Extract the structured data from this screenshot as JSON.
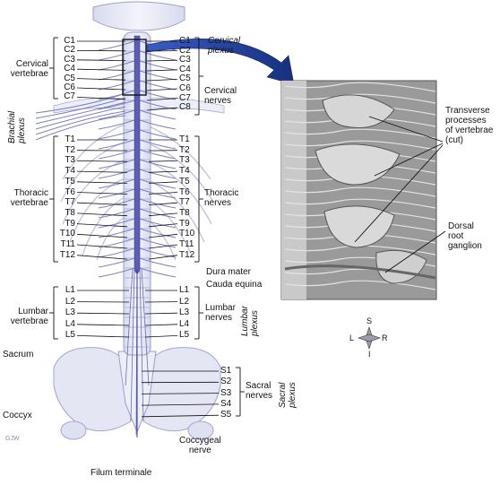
{
  "left_vertebrae": {
    "cervical": [
      "C1",
      "C2",
      "C3",
      "C4",
      "C5",
      "C6",
      "C7"
    ],
    "thoracic": [
      "T1",
      "T2",
      "T3",
      "T4",
      "T5",
      "T6",
      "T7",
      "T8",
      "T9",
      "T10",
      "T11",
      "T12"
    ],
    "lumbar": [
      "L1",
      "L2",
      "L3",
      "L4",
      "L5"
    ]
  },
  "right_nerves": {
    "cervical": [
      "C1",
      "C2",
      "C3",
      "C4",
      "C5",
      "C6",
      "C7",
      "C8"
    ],
    "thoracic": [
      "T1",
      "T2",
      "T3",
      "T4",
      "T5",
      "T6",
      "T7",
      "T8",
      "T9",
      "T10",
      "T11",
      "T12"
    ],
    "lumbar": [
      "L1",
      "L2",
      "L3",
      "L4",
      "L5"
    ],
    "sacral": [
      "S1",
      "S2",
      "S3",
      "S4",
      "S5"
    ]
  },
  "group_labels": {
    "cervical_vertebrae": "Cervical\nvertebrae",
    "thoracic_vertebrae": "Thoracic\nvertebrae",
    "lumbar_vertebrae": "Lumbar\nvertebrae",
    "cervical_plexus": "Cervical\nplexus",
    "cervical_nerves": "Cervical\nnerves",
    "thoracic_nerves": "Thoracic\nnerves",
    "lumbar_nerves": "Lumbar\nnerves",
    "lumbar_plexus": "Lumbar\nplexus",
    "sacral_nerves": "Sacral\nnerves",
    "sacral_plexus": "Sacral\nplexus",
    "brachial_plexus": "Brachial\nplexus"
  },
  "structures": {
    "dura_mater": "Dura mater",
    "cauda_equina": "Cauda equina",
    "sacrum": "Sacrum",
    "coccyx": "Coccyx",
    "coccygeal_nerve": "Coccygeal\nnerve",
    "filum_terminale": "Filum terminale",
    "artist_mark": "GJW"
  },
  "photo_labels": {
    "transverse_processes": "Transverse\nprocesses\nof vertebrae\n(cut)",
    "dorsal_root_ganglion": "Dorsal\nroot\nganglion"
  },
  "compass": {
    "S": "S",
    "I": "I",
    "L": "L",
    "R": "R"
  },
  "colors": {
    "spine_fill": "#e8e9f4",
    "spine_stroke": "#8a8cbf",
    "cord": "#5b5fb0",
    "arrow": "#1f3fa0",
    "photo_dark": "#6a6a6a",
    "photo_light": "#d9d9d9"
  }
}
